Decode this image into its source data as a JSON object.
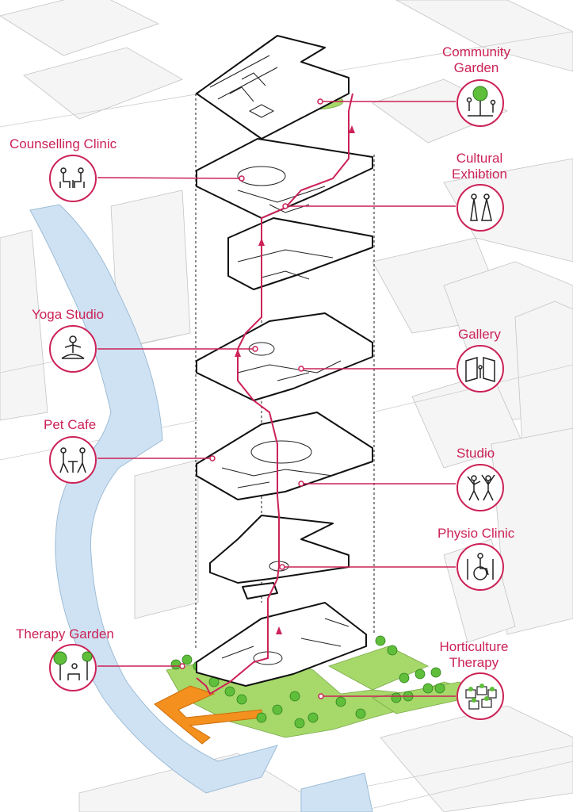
{
  "colors": {
    "accent": "#cc2257",
    "water": "#cfe2f3",
    "green": "#a6d96a",
    "path": "#f4901e",
    "linework": "#1a1a1a",
    "context": "#bdbdbd"
  },
  "programs_left": [
    {
      "label": "Counselling Clinic",
      "icon": "two-people-seated-talking-icon"
    },
    {
      "label": "Yoga Studio",
      "icon": "meditating-person-icon"
    },
    {
      "label": "Pet Cafe",
      "icon": "people-at-table-icon"
    },
    {
      "label": "Therapy Garden",
      "icon": "tree-and-bench-icon"
    }
  ],
  "programs_right": [
    {
      "label": "Community Garden",
      "icon": "tree-and-gardeners-icon"
    },
    {
      "label": "Cultural Exhibtion",
      "icon": "cultural-figures-icon"
    },
    {
      "label": "Gallery",
      "icon": "viewing-artwork-icon"
    },
    {
      "label": "Studio",
      "icon": "dancing-people-icon"
    },
    {
      "label": "Physio Clinic",
      "icon": "wheelchair-icon"
    },
    {
      "label": "Horticulture Therapy",
      "icon": "planting-beds-icon"
    }
  ]
}
